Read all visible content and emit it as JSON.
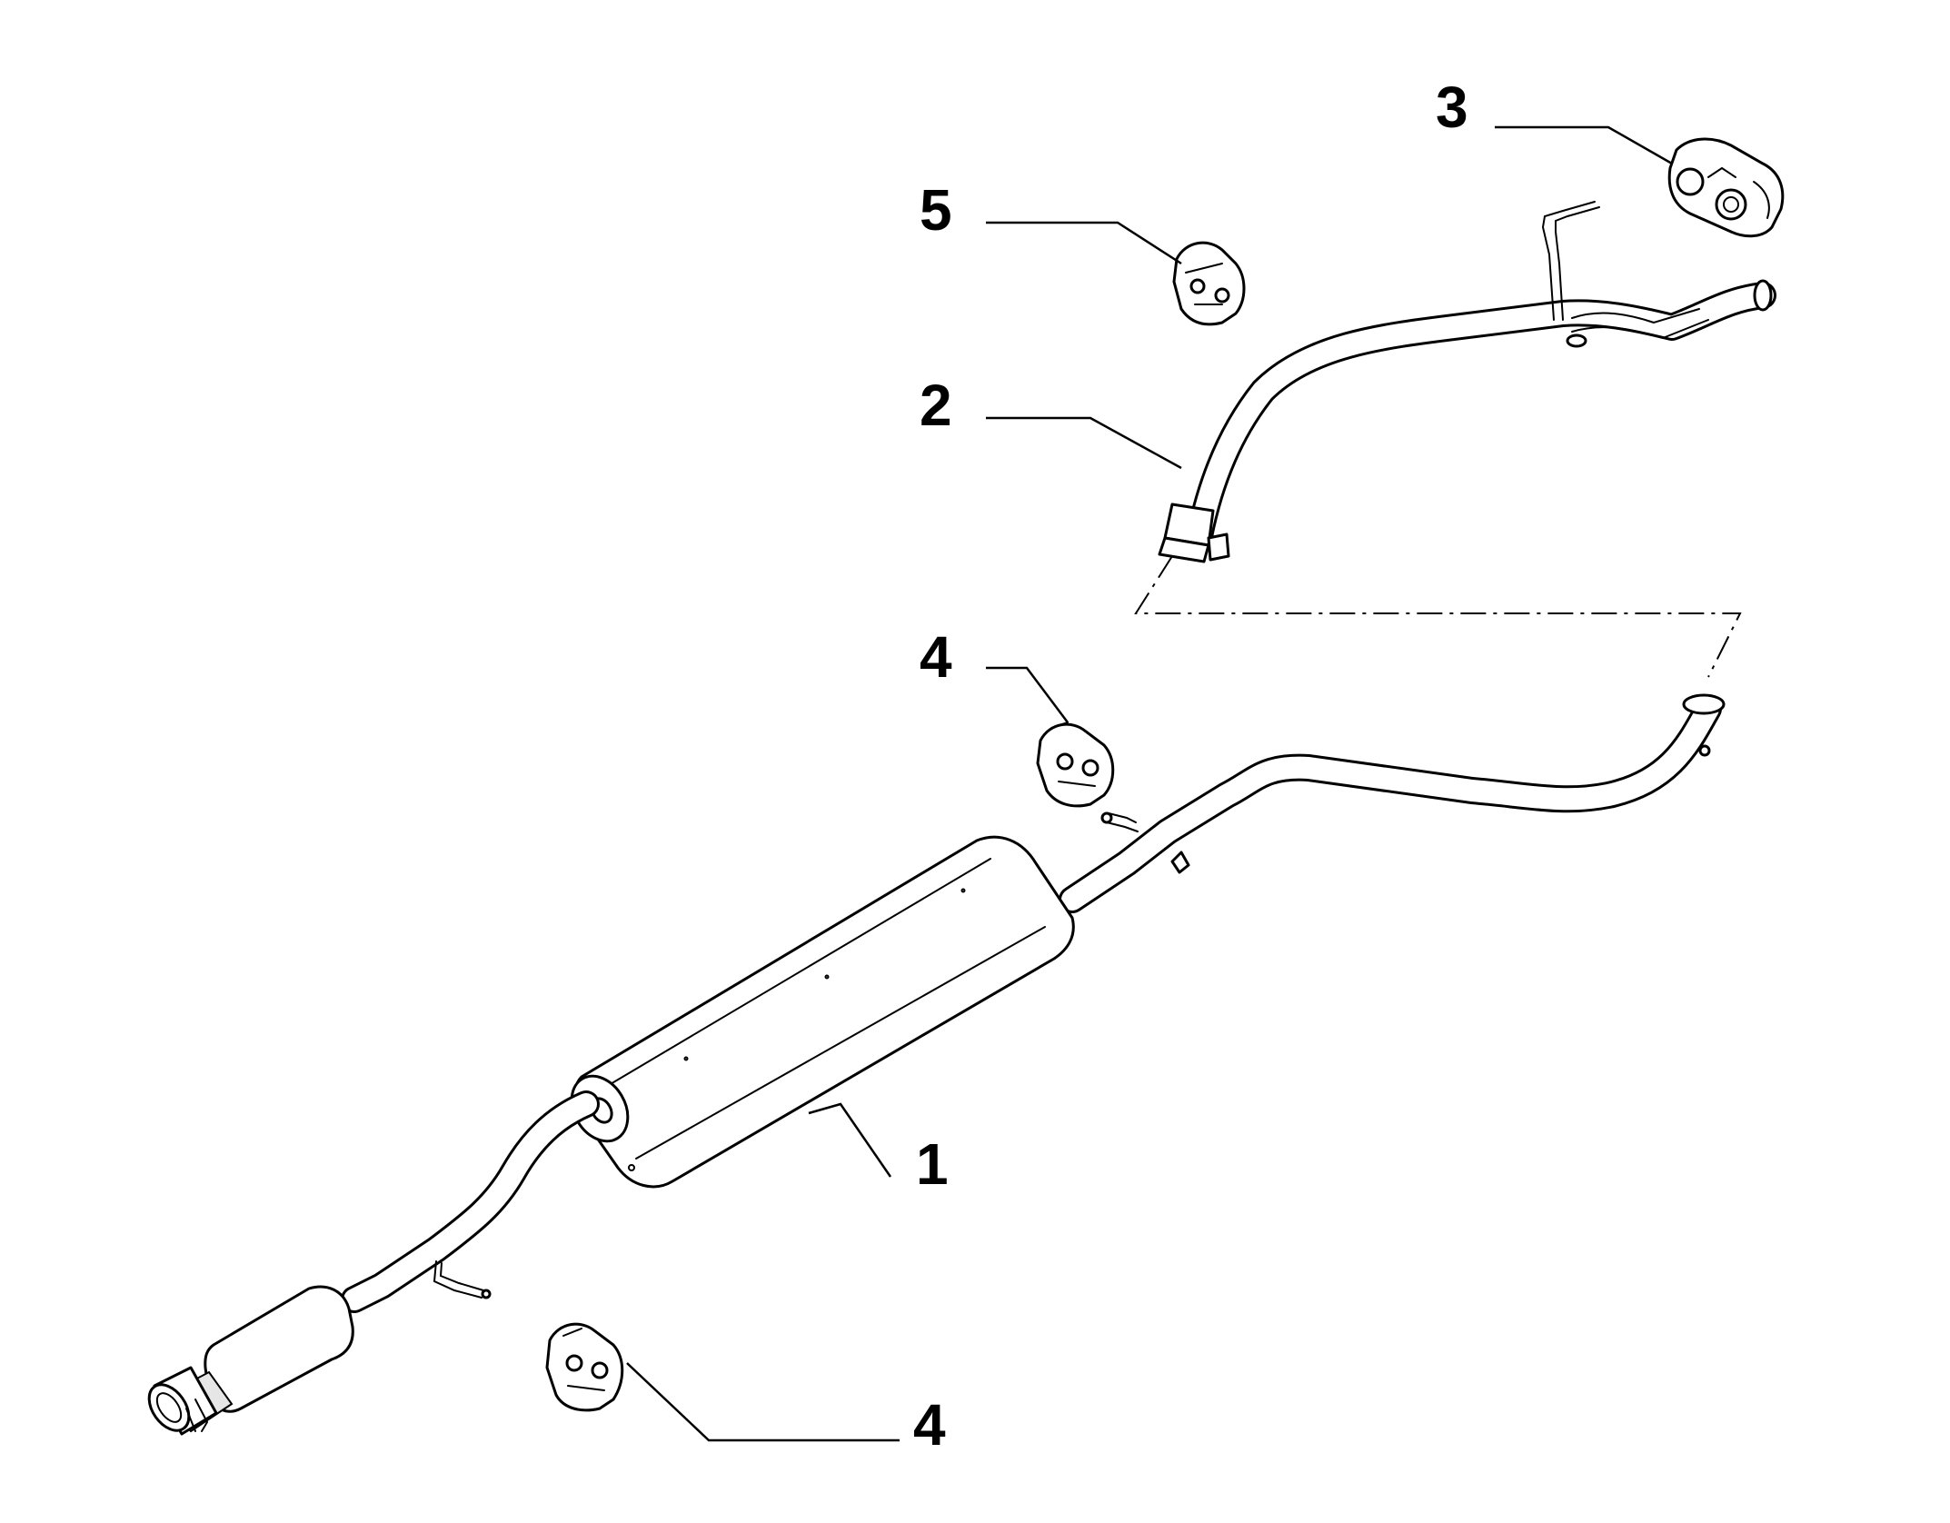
{
  "callouts": [
    {
      "id": "1",
      "label": "1",
      "part": "rear-silencer-pipe"
    },
    {
      "id": "2",
      "label": "2",
      "part": "front-pipe"
    },
    {
      "id": "3",
      "label": "3",
      "part": "rubber-hanger-large"
    },
    {
      "id": "4a",
      "label": "4",
      "part": "rubber-hanger-mid"
    },
    {
      "id": "4b",
      "label": "4",
      "part": "rubber-hanger-rear"
    },
    {
      "id": "5",
      "label": "5",
      "part": "rubber-hanger-front"
    }
  ],
  "colors": {
    "line": "#000000",
    "background": "#ffffff",
    "shade": "#e6e6e6"
  }
}
